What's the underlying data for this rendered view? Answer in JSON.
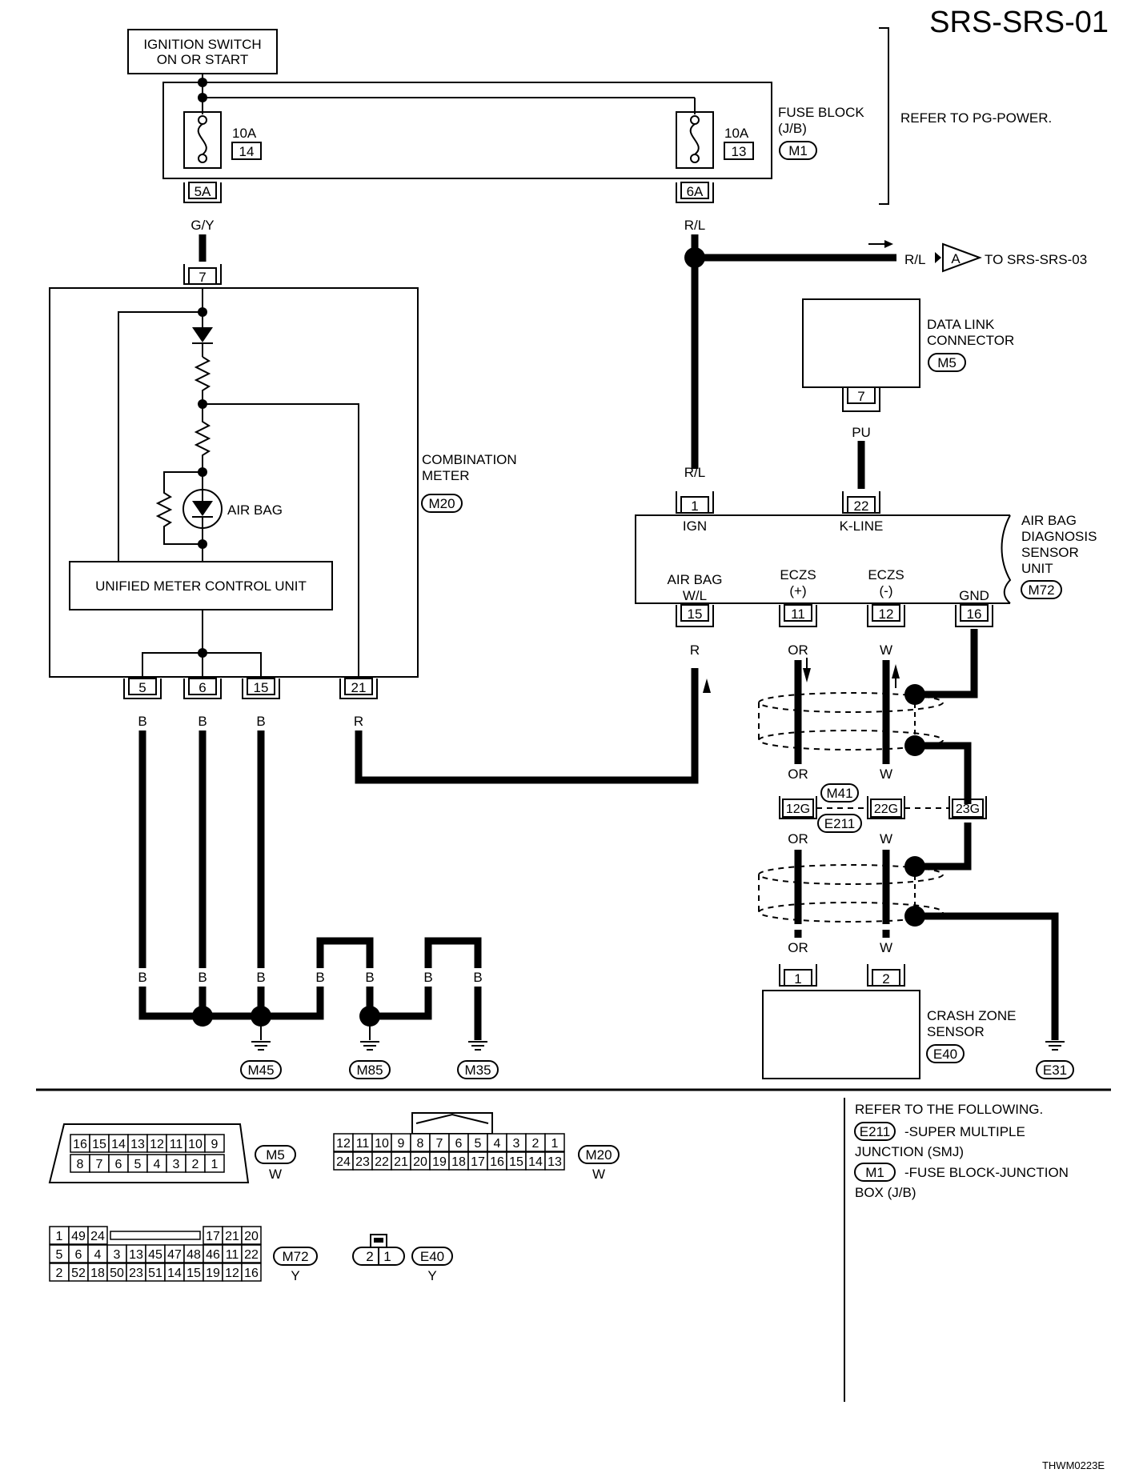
{
  "title": "SRS-SRS-01",
  "ignition_switch": {
    "line1": "IGNITION SWITCH",
    "line2": "ON OR START"
  },
  "fuse_block": {
    "line1": "FUSE BLOCK",
    "line2": "(J/B)",
    "connector": "M1",
    "refer": "REFER TO PG-POWER."
  },
  "fuses": [
    {
      "rating": "10A",
      "number": "14",
      "terminal": "5A",
      "wire": "G/Y"
    },
    {
      "rating": "10A",
      "number": "13",
      "terminal": "6A",
      "wire": "R/L"
    }
  ],
  "to_srs03": {
    "wire": "R/L",
    "marker": "A",
    "text": "TO SRS-SRS-03"
  },
  "combination_meter": {
    "line1": "COMBINATION",
    "line2": "METER",
    "connector": "M20",
    "power_pin": "7",
    "air_bag_lamp": "AIR BAG",
    "control_unit": "UNIFIED METER CONTROL UNIT",
    "pins": [
      "5",
      "6",
      "15",
      "21"
    ],
    "pin_wires": [
      "B",
      "B",
      "B",
      "R"
    ]
  },
  "data_link_connector": {
    "line1": "DATA LINK",
    "line2": "CONNECTOR",
    "connector": "M5",
    "pin": "7",
    "wire": "PU"
  },
  "air_bag_unit": {
    "line1": "AIR BAG",
    "line2": "DIAGNOSIS",
    "line3": "SENSOR",
    "line4": "UNIT",
    "connector": "M72",
    "ign_pin": "1",
    "ign_label": "IGN",
    "ign_wire": "R/L",
    "kline_pin": "22",
    "kline_label": "K-LINE",
    "wl_label1": "AIR BAG",
    "wl_label2": "W/L",
    "wl_pin": "15",
    "wl_wire": "R",
    "eczs_plus1": "ECZS",
    "eczs_plus2": "(+)",
    "eczs_plus_pin": "11",
    "eczs_plus_wire": "OR",
    "eczs_minus1": "ECZS",
    "eczs_minus2": "(-)",
    "eczs_minus_pin": "12",
    "eczs_minus_wire": "W",
    "gnd_label": "GND",
    "gnd_pin": "16"
  },
  "junction": {
    "connector_top": "M41",
    "connector_bottom": "E211",
    "pins": [
      "12G",
      "22G",
      "23G"
    ],
    "wire_or": "OR",
    "wire_w": "W"
  },
  "crash_zone_sensor": {
    "line1": "CRASH ZONE",
    "line2": "SENSOR",
    "connector": "E40",
    "pins": [
      "1",
      "2"
    ],
    "wires": [
      "OR",
      "W"
    ]
  },
  "grounds": {
    "wire": "B",
    "labels": [
      "M45",
      "M85",
      "M35",
      "E31"
    ]
  },
  "connector_views": {
    "m5": {
      "top": [
        "16",
        "15",
        "14",
        "13",
        "12",
        "11",
        "10",
        "9"
      ],
      "bottom": [
        "8",
        "7",
        "6",
        "5",
        "4",
        "3",
        "2",
        "1"
      ],
      "label": "M5",
      "color": "W"
    },
    "m20": {
      "top": [
        "12",
        "11",
        "10",
        "9",
        "8",
        "7",
        "6",
        "5",
        "4",
        "3",
        "2",
        "1"
      ],
      "bottom": [
        "24",
        "23",
        "22",
        "21",
        "20",
        "19",
        "18",
        "17",
        "16",
        "15",
        "14",
        "13"
      ],
      "label": "M20",
      "color": "W"
    },
    "m72": {
      "row1_left": [
        "1",
        "49",
        "24"
      ],
      "row1_right": [
        "17",
        "21",
        "20"
      ],
      "row2": [
        "5",
        "6",
        "4",
        "3",
        "13",
        "45",
        "47",
        "48",
        "46",
        "11",
        "22"
      ],
      "row3": [
        "2",
        "52",
        "18",
        "50",
        "23",
        "51",
        "14",
        "15",
        "19",
        "12",
        "16"
      ],
      "label": "M72",
      "color": "Y"
    },
    "e40": {
      "pins": [
        "2",
        "1"
      ],
      "label": "E40",
      "color": "Y"
    }
  },
  "legend": {
    "heading": "REFER TO THE FOLLOWING.",
    "items": [
      {
        "code": "E211",
        "line1": "-SUPER MULTIPLE",
        "line2": "JUNCTION (SMJ)"
      },
      {
        "code": "M1",
        "line1": "-FUSE BLOCK-JUNCTION",
        "line2": "BOX (J/B)"
      }
    ]
  },
  "drawing_code": "THWM0223E"
}
